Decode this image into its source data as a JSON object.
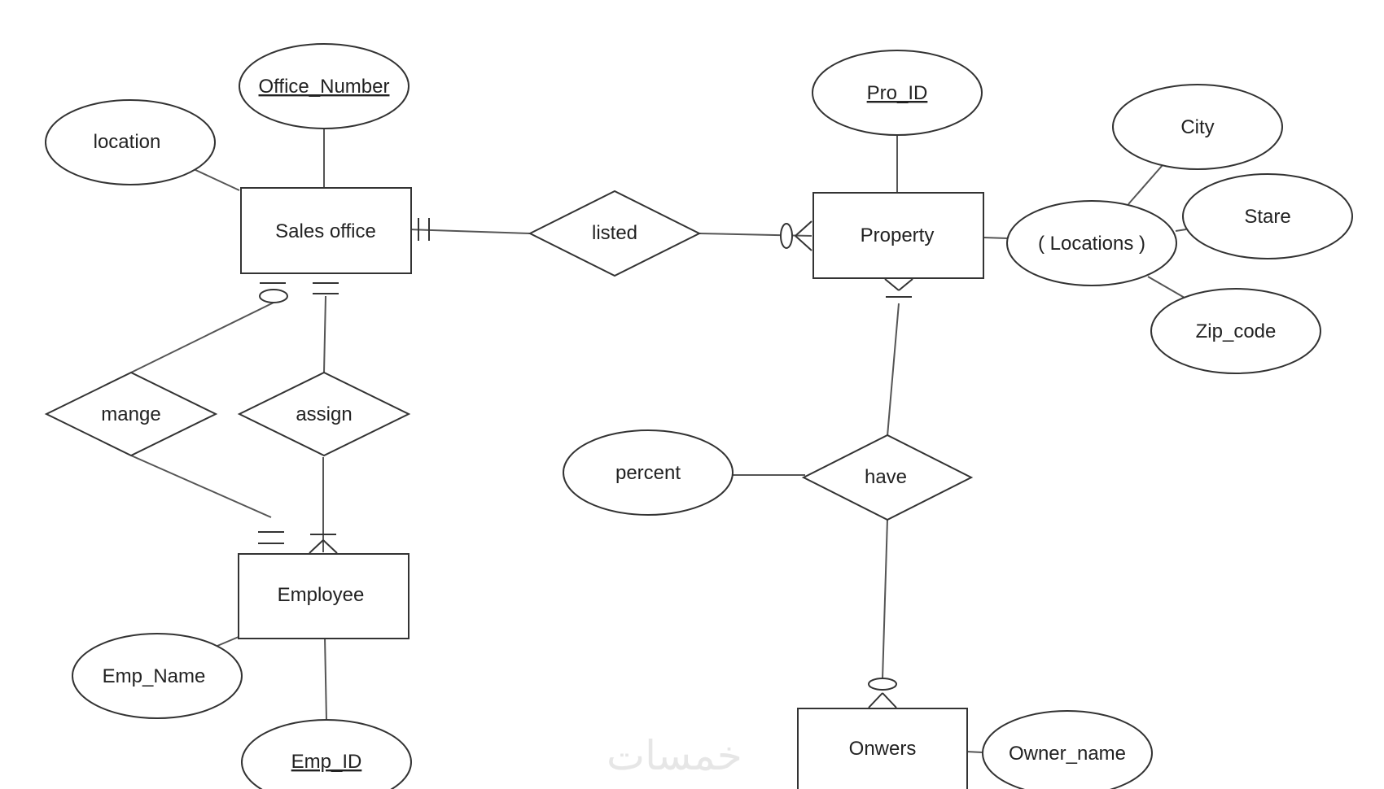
{
  "entities": {
    "sales_office": "Sales office",
    "property": "Property",
    "employee": "Employee",
    "owners": "Onwers"
  },
  "relationships": {
    "listed": "listed",
    "mange": "mange",
    "assign": "assign",
    "have": "have"
  },
  "attributes": {
    "office_number": "Office_Number",
    "location": "location",
    "pro_id": "Pro_ID",
    "city": "City",
    "stare": "Stare",
    "locations": "( Locations )",
    "zip_code": "Zip_code",
    "percent": "percent",
    "emp_name": "Emp_Name",
    "emp_id": "Emp_ID",
    "owner_name": "Owner_name"
  },
  "key_attributes": [
    "office_number",
    "pro_id",
    "emp_id"
  ],
  "watermark": "خمسات"
}
